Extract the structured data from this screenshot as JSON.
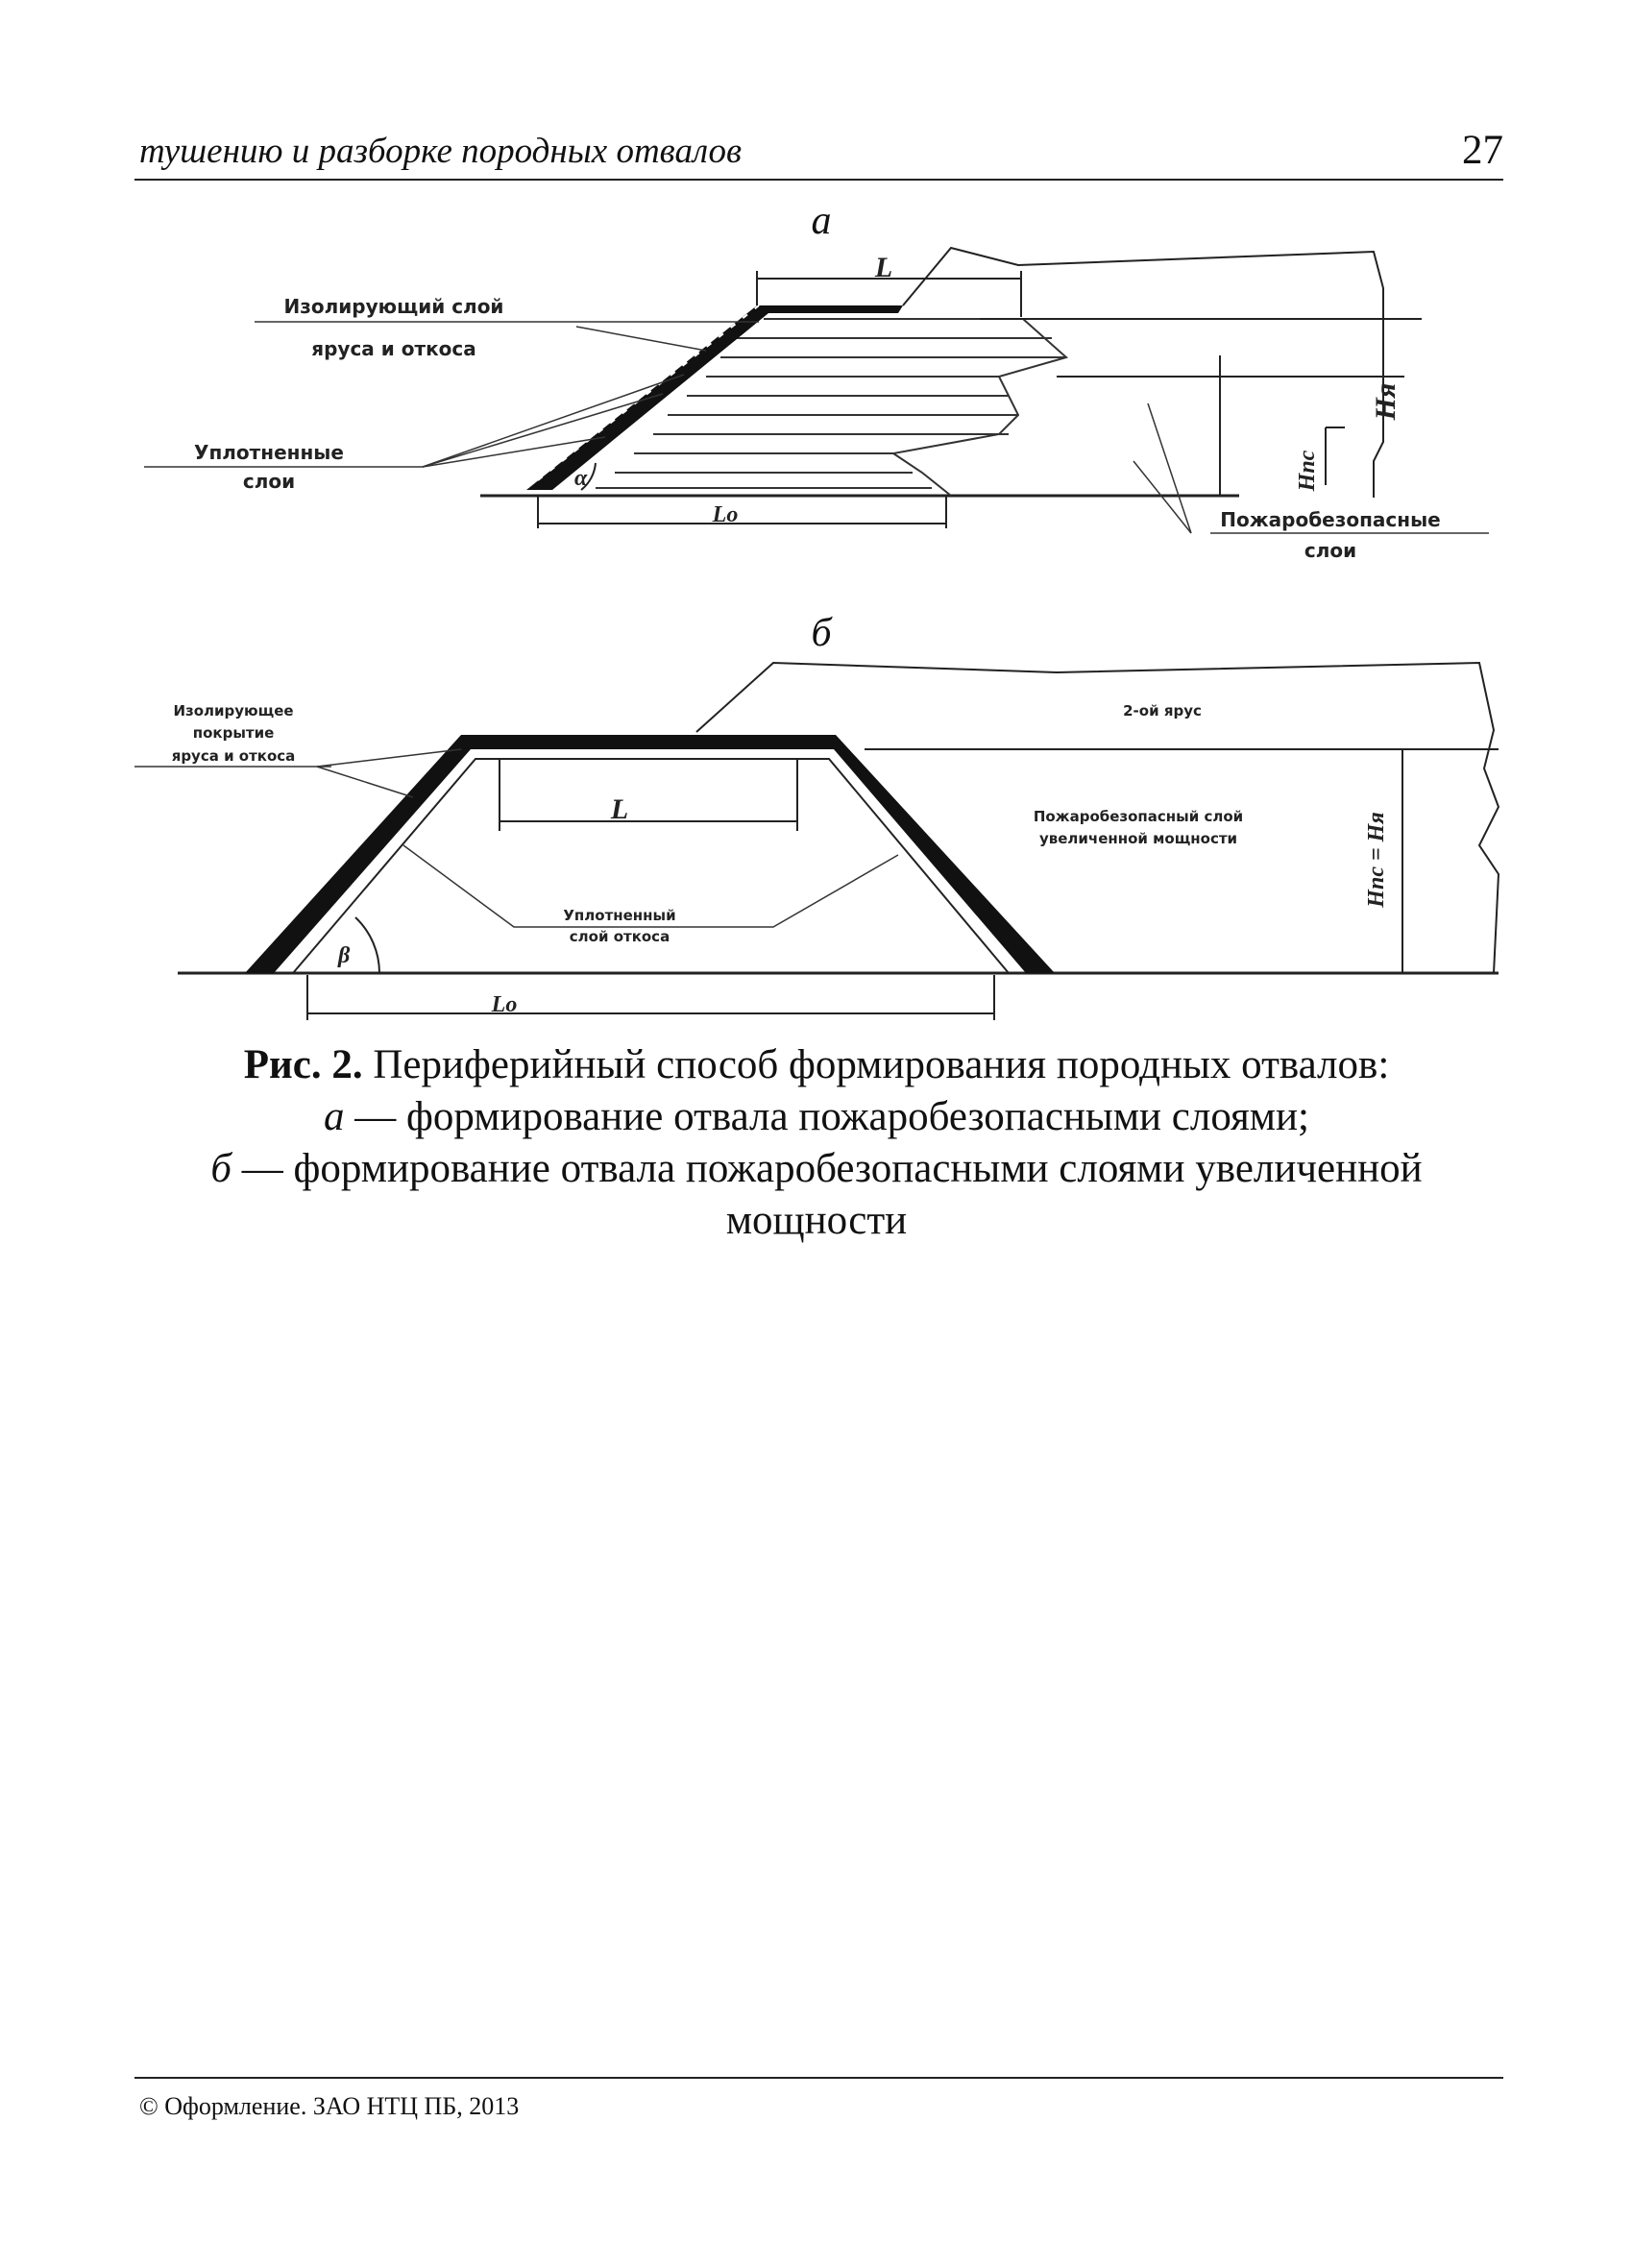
{
  "header": {
    "running_title": "тушению и разборке породных отвалов",
    "page_number": "27"
  },
  "figure_a": {
    "sublabel": "а",
    "label_isolating_1": "Изолирующий слой",
    "label_isolating_2": "яруса и откоса",
    "label_compacted_1": "Уплотненные",
    "label_compacted_2": "слои",
    "label_fireproof_1": "Пожаробезопасные",
    "label_fireproof_2": "слои",
    "dim_top": "L",
    "dim_base": "Lо",
    "dim_height_layer": "Hпс",
    "dim_height_tier": "Hя",
    "angle": "α"
  },
  "figure_b": {
    "sublabel": "б",
    "label_isolating_1": "Изолирующее",
    "label_isolating_2": "покрытие",
    "label_isolating_3": "яруса и откоса",
    "label_second_tier": "2-ой ярус",
    "label_fireproof_1": "Пожаробезопасный слой",
    "label_fireproof_2": "увеличенной мощности",
    "label_compacted_1": "Уплотненный",
    "label_compacted_2": "слой откоса",
    "dim_top": "L",
    "dim_base": "Lо",
    "dim_height": "Hпс = Hя",
    "angle": "β"
  },
  "caption": {
    "fig_number": "Рис. 2.",
    "title": "Периферийный способ формирования породных отвалов:",
    "item_a_letter": "а",
    "item_a_text": "— формирование отвала пожаробезопасными слоями;",
    "item_b_letter": "б",
    "item_b_text": "— формирование отвала пожаробезопасными слоями увеличенной",
    "item_b_text_2": "мощности"
  },
  "footer": {
    "copyright": "© Оформление. ЗАО НТЦ ПБ, 2013"
  }
}
